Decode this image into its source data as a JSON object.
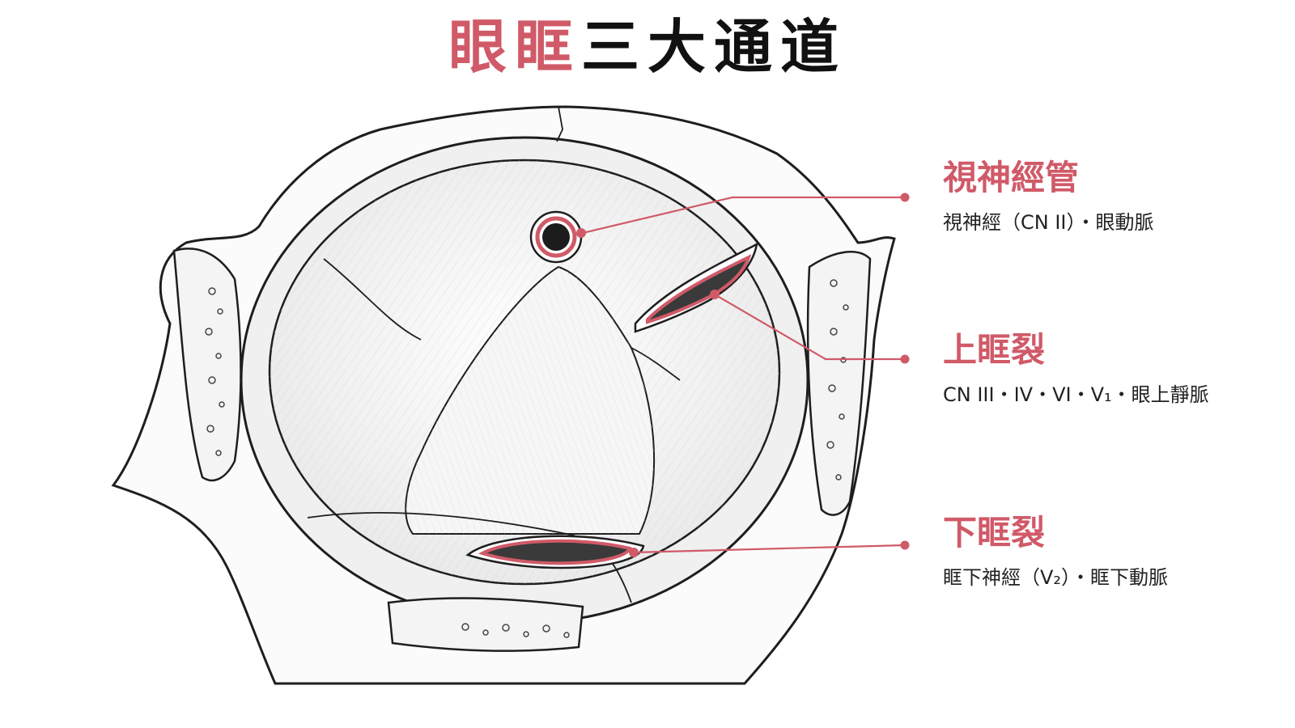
{
  "title": {
    "accent": "眼眶",
    "rest": "三大通道"
  },
  "colors": {
    "accent": "#d05a68",
    "line": "#222222",
    "hole": "#3a3a3a"
  },
  "labels": [
    {
      "heading": "視神經管",
      "detail": "視神經（CN II）・眼動脈"
    },
    {
      "heading": "上眶裂",
      "detail": "CN III・IV・VI・V₁・眼上靜脈"
    },
    {
      "heading": "下眶裂",
      "detail": "眶下神經（V₂）・眶下動脈"
    }
  ]
}
